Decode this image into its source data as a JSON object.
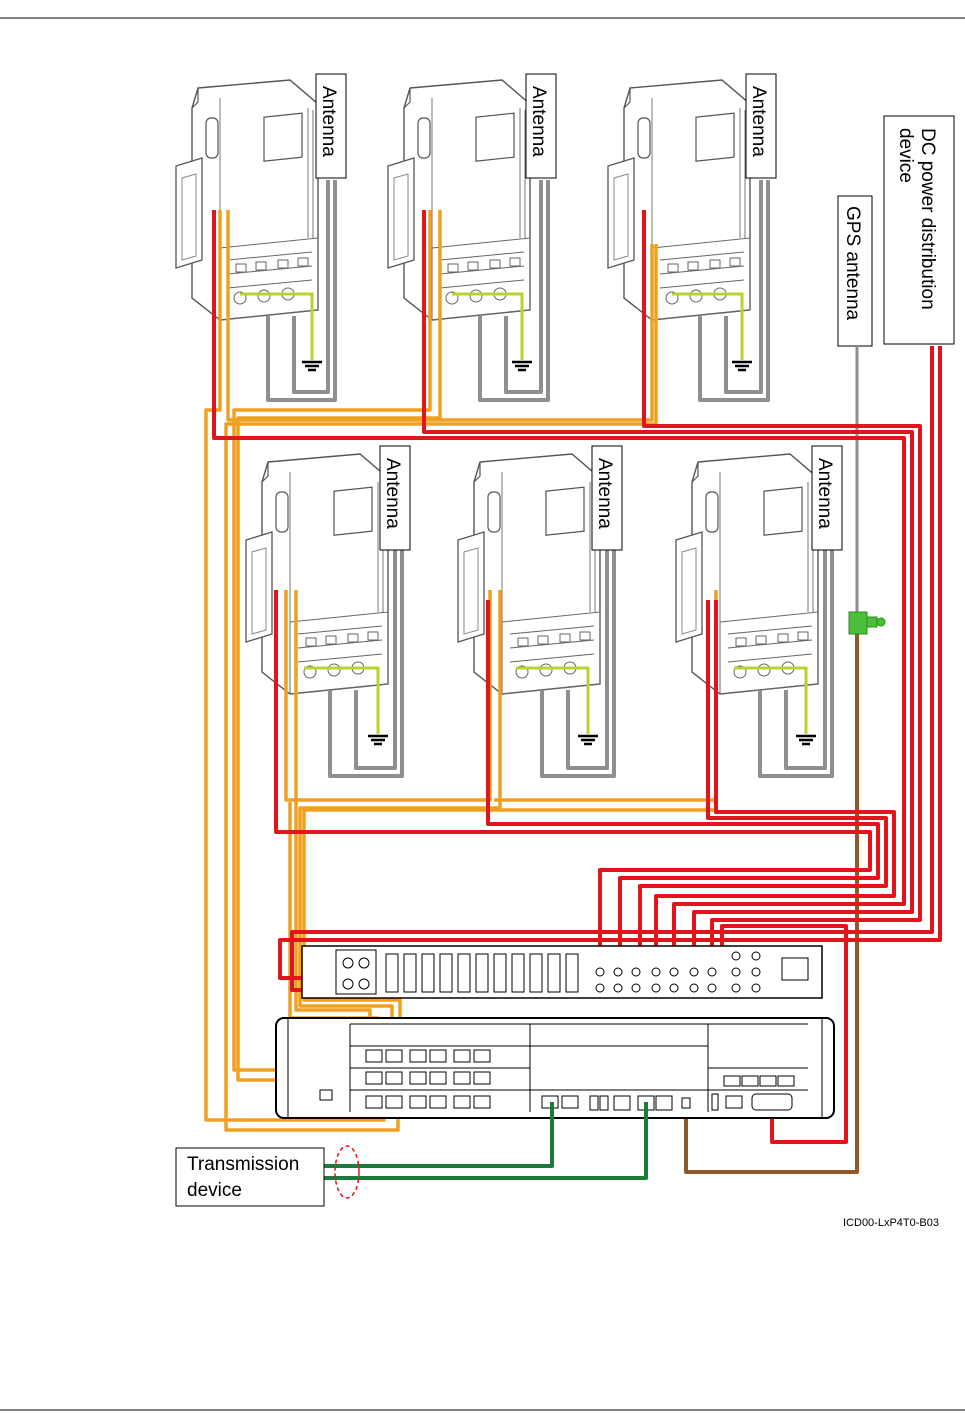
{
  "labels": {
    "antenna": "Antenna",
    "gps_antenna": "GPS antenna",
    "dc_power_line1": "DC power distribution",
    "dc_power_line2": "device",
    "transmission_line1": "Transmission",
    "transmission_line2": "device",
    "figure_code": "ICD00-LxP4T0-B03"
  },
  "colors": {
    "power_cable": "#e2151c",
    "cpri_cable": "#f0a020",
    "rf_cable": "#8f8f8f",
    "ground_cable": "#b7d332",
    "gps_cable": "#8e5a2b",
    "transmission_cable": "#1e7a3a",
    "surge_protector": "#4cbf3a",
    "highlight_ellipse": "#e2151c"
  }
}
